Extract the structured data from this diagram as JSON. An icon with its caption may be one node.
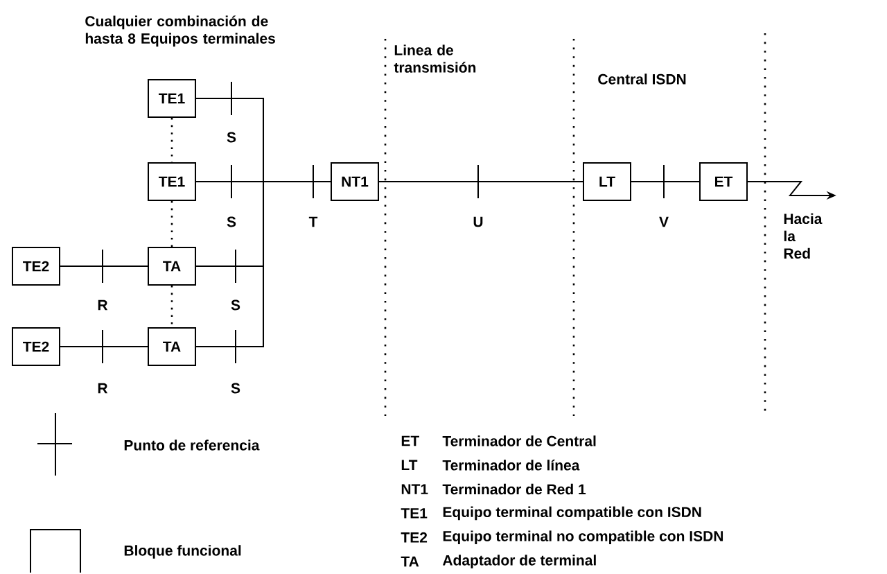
{
  "diagram": {
    "nodes": [
      {
        "text": [
          "TE1"
        ]
      },
      {
        "text": [
          "TE1"
        ]
      },
      {
        "text": [
          "TE2"
        ]
      },
      {
        "text": [
          "TA"
        ]
      },
      {
        "text": [
          "TE2"
        ]
      },
      {
        "text": [
          "TA"
        ]
      },
      {
        "text": [
          "NT1"
        ]
      },
      {
        "text": [
          "LT"
        ]
      },
      {
        "text": [
          "ET"
        ]
      },
      {
        "text": [
          "Hacia la Red"
        ]
      }
    ],
    "edges": [
      {
        "from": 0,
        "to": 6,
        "arrow": "none"
      },
      {
        "from": 1,
        "to": 6,
        "arrow": "none"
      },
      {
        "from": 3,
        "to": 6,
        "arrow": "none"
      },
      {
        "from": 5,
        "to": 6,
        "arrow": "none"
      },
      {
        "from": 2,
        "to": 3,
        "arrow": "none"
      },
      {
        "from": 4,
        "to": 5,
        "arrow": "none"
      },
      {
        "from": 6,
        "to": 7,
        "arrow": "none"
      },
      {
        "from": 7,
        "to": 8,
        "arrow": "none"
      },
      {
        "from": 8,
        "to": 9,
        "arrow": "to"
      },
      {
        "from": 0,
        "to": 1,
        "arrow": "none",
        "style": "dashed"
      },
      {
        "from": 1,
        "to": 3,
        "arrow": "none",
        "style": "dashed"
      },
      {
        "from": 3,
        "to": 5,
        "arrow": "none",
        "style": "dashed"
      }
    ],
    "labels": [
      "Cualquier combinación de hasta 8 Equipos terminales",
      "Linea de transmisión",
      "Central ISDN",
      "S",
      "S",
      "T",
      "U",
      "V",
      "R",
      "S",
      "R",
      "S",
      "ET",
      "Terminador de Central",
      "LT",
      "Terminador de línea",
      "NT1",
      "Terminador de Red 1",
      "TE1",
      "Equipo terminal compatible con ISDN",
      "TE2",
      "Equipo terminal no compatible con ISDN",
      "TA",
      "Adaptador de terminal"
    ],
    "legend": [
      {
        "text": "Punto de referencia"
      },
      {
        "text": "Bloque funcional"
      }
    ]
  }
}
